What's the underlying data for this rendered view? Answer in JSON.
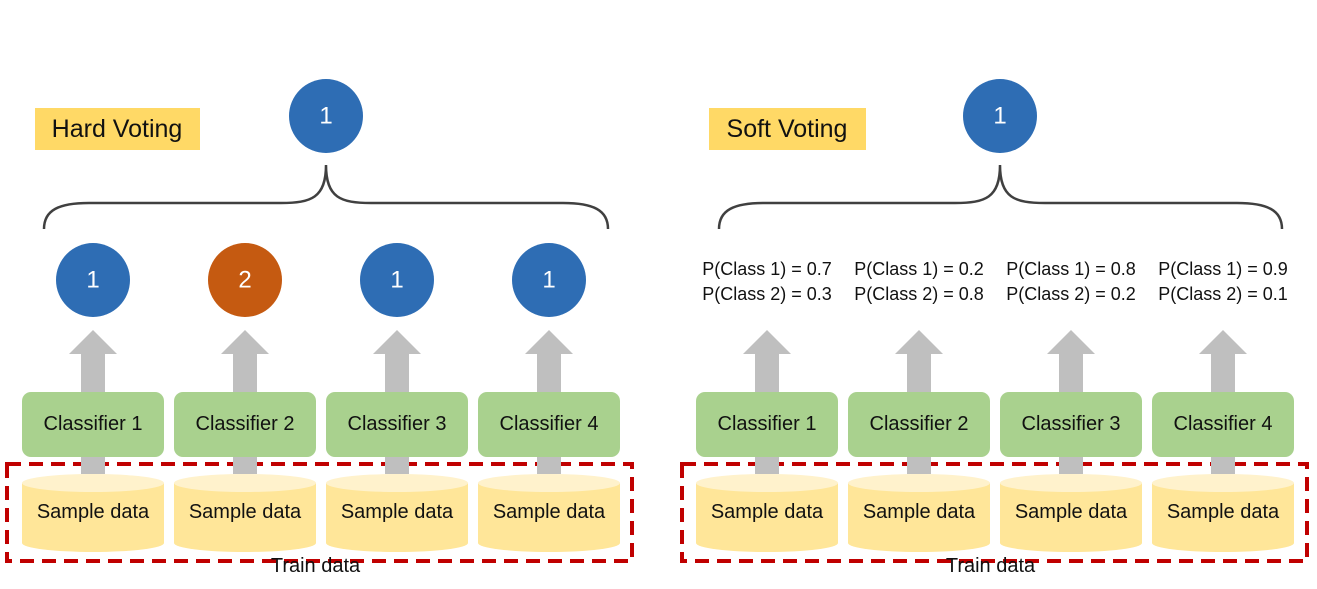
{
  "panels": [
    {
      "id": "hard",
      "title": "Hard Voting",
      "result": "1",
      "predictions": [
        {
          "value": "1",
          "class": 1
        },
        {
          "value": "2",
          "class": 2
        },
        {
          "value": "1",
          "class": 1
        },
        {
          "value": "1",
          "class": 1
        }
      ],
      "probabilities": [],
      "classifiers": [
        "Classifier 1",
        "Classifier 2",
        "Classifier 3",
        "Classifier 4"
      ],
      "samples": [
        "Sample data",
        "Sample data",
        "Sample data",
        "Sample data"
      ],
      "train_label": "Train data"
    },
    {
      "id": "soft",
      "title": "Soft Voting",
      "result": "1",
      "predictions": [],
      "probabilities": [
        {
          "p1": "P(Class 1) = 0.7",
          "p2": "P(Class 2) = 0.3"
        },
        {
          "p1": "P(Class 1) = 0.2",
          "p2": "P(Class 2) = 0.8"
        },
        {
          "p1": "P(Class 1) = 0.8",
          "p2": "P(Class 2) = 0.2"
        },
        {
          "p1": "P(Class 1) = 0.9",
          "p2": "P(Class 2) = 0.1"
        }
      ],
      "classifiers": [
        "Classifier 1",
        "Classifier 2",
        "Classifier 3",
        "Classifier 4"
      ],
      "samples": [
        "Sample data",
        "Sample data",
        "Sample data",
        "Sample data"
      ],
      "train_label": "Train data"
    }
  ],
  "colors": {
    "class1": "#2E6DB4",
    "class2": "#C55A11",
    "title_bg": "#FFD966",
    "classifier_bg": "#A9D18E",
    "cylinder_body": "#FFE699",
    "cylinder_top": "#FFF2CC",
    "arrow": "#BFBFBF",
    "dashed_border": "#C00000",
    "brace": "#404040"
  }
}
